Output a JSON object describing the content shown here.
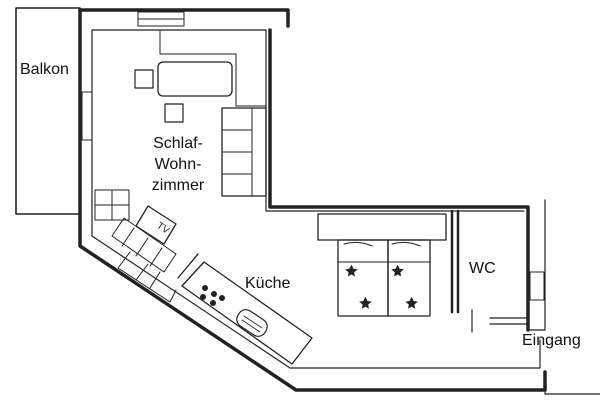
{
  "labels": {
    "balcony": "Balkon",
    "living_line1": "Schlaf-",
    "living_line2": "Wohn-",
    "living_line3": "zimmer",
    "kitchen": "Küche",
    "wc": "WC",
    "entrance": "Eingang",
    "tv": "TV"
  },
  "colors": {
    "wall": "#1a1a1a",
    "line": "#333333",
    "background": "#ffffff"
  }
}
